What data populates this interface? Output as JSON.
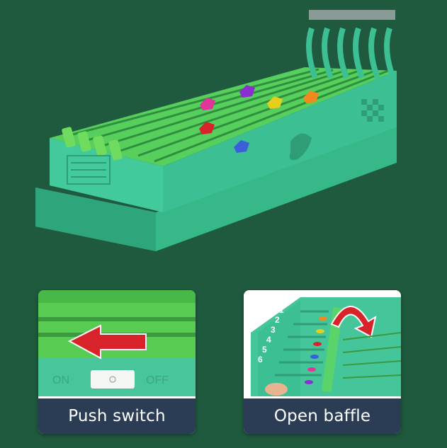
{
  "panels": [
    {
      "caption": "Push switch",
      "switch_labels": {
        "on": "ON",
        "off": "OFF"
      }
    },
    {
      "caption": "Open baffle",
      "lane_numbers": [
        "1",
        "2",
        "3",
        "4",
        "5",
        "6"
      ]
    }
  ],
  "colors": {
    "background": "#1f5a3f",
    "toy_body": "#3fc99b",
    "track_green": "#5ccf4a",
    "caption_bg": "#2b3d55",
    "arrow_red": "#d8232a"
  }
}
